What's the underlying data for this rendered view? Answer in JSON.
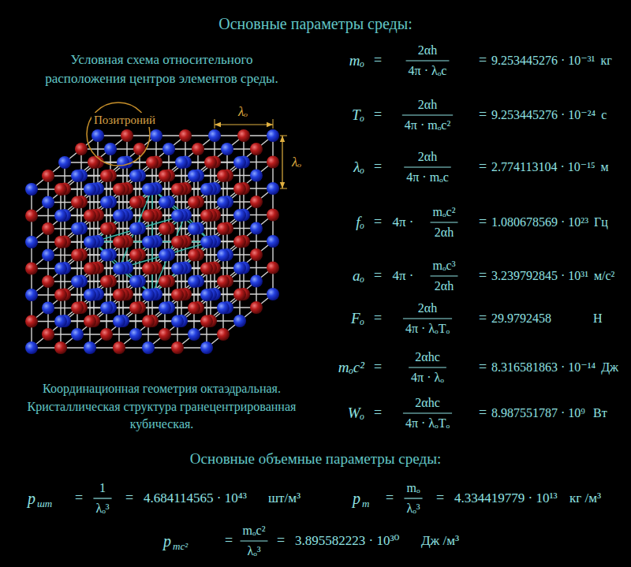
{
  "diagram": {
    "title": "Основные параметры среды:",
    "labels": [
      "Условная схема относительного расположения центров элементов среды.",
      "Позитроний",
      "λₒ",
      "λₒ",
      "Координационная геометрия октаэдральная. Кристаллическая структура гранецентрированная кубическая.",
      "mₒ",
      "=",
      "2αh",
      "4π · λₒc",
      "=",
      "9.253445276 · 10⁻³¹",
      "кг",
      "Tₒ",
      "=",
      "2αh",
      "4π · mₒc²",
      "=",
      "9.253445276 · 10⁻²⁴",
      "с",
      "λₒ",
      "=",
      "2αh",
      "4π · mₒc",
      "=",
      "2.774113104 · 10⁻¹⁵",
      "м",
      "fₒ",
      "=",
      "4π ·",
      "mₒc²",
      "2αh",
      "=",
      "1.080678569 · 10²³",
      "Гц",
      "aₒ",
      "=",
      "4π ·",
      "mₒc³",
      "2αh",
      "=",
      "3.239792845 · 10³¹",
      "м/с²",
      "Fₒ",
      "=",
      "2αh",
      "4π · λₒTₒ",
      "=",
      "29.9792458",
      "Н",
      "mₒc²",
      "=",
      "2αhc",
      "4π · λₒ",
      "=",
      "8.316581863 · 10⁻¹⁴",
      "Дж",
      "Wₒ",
      "=",
      "2αhc",
      "4π · λₒTₒ",
      "=",
      "8.987551787 · 10⁹",
      "Вт",
      "Основные объемные параметры среды:",
      "p",
      "шт",
      "=",
      "1",
      "λₒ³",
      "=",
      "4.684114565 · 10⁴³",
      "шт/м³",
      "p",
      "m",
      "=",
      "mₒ",
      "λₒ³",
      "=",
      "4.334419779 · 10¹³",
      "кг /м³",
      "p",
      "mc²",
      "=",
      "mₒc²",
      "λₒ³",
      "=",
      "3.895582223 · 10³⁰",
      "Дж /м³"
    ]
  }
}
